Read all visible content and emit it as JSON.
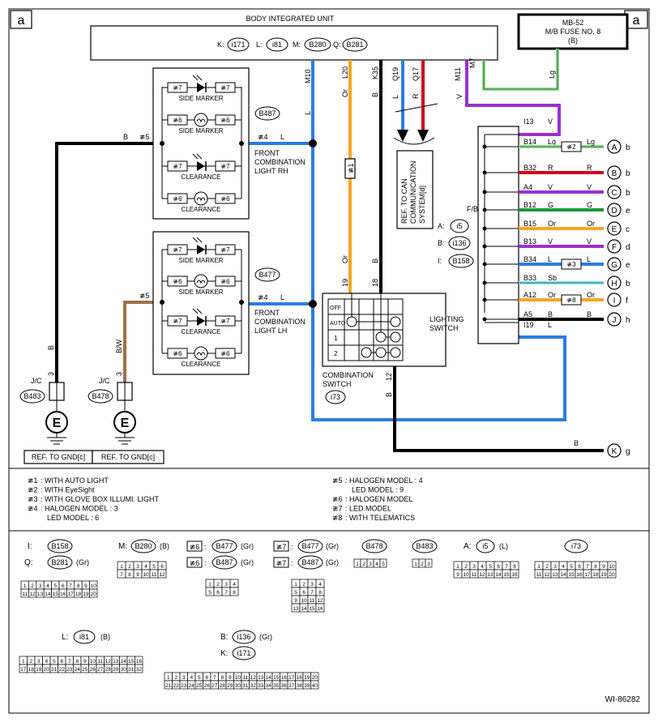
{
  "page_letter_left": "a",
  "page_letter_right": "a",
  "biu": {
    "title": "BODY INTEGRATED UNIT",
    "k_label": "K:",
    "k_conn": "i171",
    "l_label": "L:",
    "l_conn": "i81",
    "m_label": "M:",
    "m_conn": "B280",
    "q_label": "Q:",
    "q_conn": "B281"
  },
  "fuse": {
    "line1": "MB-52",
    "line2": "M/B FUSE NO. 8",
    "line3": "(B)"
  },
  "pins": {
    "m10": "M10",
    "l20": "L20",
    "k35": "K35",
    "q19": "Q19",
    "q17": "Q17",
    "m11": "M11",
    "m7": "M7"
  },
  "wire_colors": {
    "l": "L",
    "or": "Or",
    "b": "B",
    "r": "R",
    "v": "V",
    "lg": "Lg",
    "bw": "B/W",
    "sb": "Sb",
    "g": "G"
  },
  "lamps": {
    "side_marker": "SIDE MARKER",
    "clearance": "CLEARANCE",
    "star7": "≇7",
    "star6": "≇6",
    "star5": "≇5",
    "star4": "≇4",
    "star1": "≇1",
    "star2": "≇2",
    "star3": "≇3",
    "star8": "≇8",
    "rh_conn": "B487",
    "lh_conn": "B477",
    "rh_name": [
      "FRONT",
      "COMBINATION",
      "LIGHT RH"
    ],
    "lh_name": [
      "FRONT",
      "COMBINATION",
      "LIGHT LH"
    ]
  },
  "can_ref": [
    "REF. TO CAN",
    "COMMUNICATION",
    "SYSTEM[d]"
  ],
  "combo_switch": {
    "lighting_label": [
      "LIGHTING",
      "SWITCH"
    ],
    "combo_label": [
      "COMBINATION",
      "SWITCH"
    ],
    "conn": "i73",
    "rows": [
      "OFF",
      "AUTO",
      "1",
      "2"
    ],
    "pin19": "19",
    "pin18": "18",
    "pin12": "12"
  },
  "fb": {
    "title": "F/B",
    "a_label": "A:",
    "a_conn": "i5",
    "b_label": "B:",
    "b_conn": "i136",
    "i_label": "I:",
    "i_conn": "B158",
    "rows": [
      {
        "pin": "I13",
        "c1": "V",
        "c2": "",
        "letter": "",
        "dest": ""
      },
      {
        "pin": "B14",
        "c1": "Lg",
        "c2": "Lg",
        "letter": "A",
        "dest": "b"
      },
      {
        "pin": "B32",
        "c1": "R",
        "c2": "R",
        "letter": "B",
        "dest": "b"
      },
      {
        "pin": "A4",
        "c1": "V",
        "c2": "V",
        "letter": "C",
        "dest": "b"
      },
      {
        "pin": "B12",
        "c1": "G",
        "c2": "G",
        "letter": "D",
        "dest": "e"
      },
      {
        "pin": "B15",
        "c1": "Or",
        "c2": "Or",
        "letter": "E",
        "dest": "c"
      },
      {
        "pin": "B13",
        "c1": "V",
        "c2": "V",
        "letter": "F",
        "dest": "d"
      },
      {
        "pin": "B34",
        "c1": "L",
        "c2": "L",
        "letter": "G",
        "dest": "e"
      },
      {
        "pin": "B33",
        "c1": "Sb",
        "c2": "",
        "letter": "H",
        "dest": "b"
      },
      {
        "pin": "A12",
        "c1": "Or",
        "c2": "Or",
        "letter": "I",
        "dest": "f"
      },
      {
        "pin": "A5",
        "c1": "B",
        "c2": "B",
        "letter": "J",
        "dest": "h"
      },
      {
        "pin": "I19",
        "c1": "L",
        "c2": "",
        "letter": "",
        "dest": ""
      }
    ],
    "k_letter": "K",
    "k_dest": "g"
  },
  "grounds": {
    "jc1": "J/C",
    "jc1_conn": "B483",
    "jc1_pin": "3",
    "jc2": "J/C",
    "jc2_conn": "B478",
    "jc2_pin": "3",
    "e": "E",
    "ref1": "REF. TO GND[c]",
    "ref2": "REF. TO GND[c]"
  },
  "notes_left": [
    [
      "≇1",
      ": WITH AUTO LIGHT"
    ],
    [
      "≇2",
      ": WITH EyeSight"
    ],
    [
      "≇3",
      ": WITH GLOVE BOX ILLUMI. LIGHT"
    ],
    [
      "≇4",
      ": HALOGEN MODEL : 3"
    ],
    [
      "",
      "LED MODEL : 6"
    ]
  ],
  "notes_right": [
    [
      "≇5",
      ": HALOGEN MODEL : 4"
    ],
    [
      "",
      "LED MODEL : 9"
    ],
    [
      "≇6",
      ": HALOGEN MODEL"
    ],
    [
      "≇7",
      ": LED MODEL"
    ],
    [
      "≇8",
      ": WITH TELEMATICS"
    ]
  ],
  "connectors": {
    "i_label": "I:",
    "i_name": "B158",
    "q_label": "Q:",
    "q_name": "B281",
    "q_color": "(Gr)",
    "m_label": "M:",
    "m_name": "B280",
    "m_color": "(B)",
    "s6a": "≇6",
    "b477a": "B477",
    "gr1": "(Gr)",
    "s6b": "≇6",
    "b487a": "B487",
    "gr2": "(Gr)",
    "s7a": "≇7",
    "b477b": "B477",
    "gr3": "(Gr)",
    "s7b": "≇7",
    "b487b": "B487",
    "gr4": "(Gr)",
    "b478": "B478",
    "b483": "B483",
    "a_label": "A:",
    "a_name": "i5",
    "a_color": "(L)",
    "i73": "i73",
    "l_label": "L:",
    "l_name": "i81",
    "l_color": "(B)",
    "b_label": "B:",
    "b_name": "i136",
    "b_color": "(Gr)",
    "k_label": "K:",
    "k_name": "i171"
  },
  "footer_id": "WI-86282"
}
